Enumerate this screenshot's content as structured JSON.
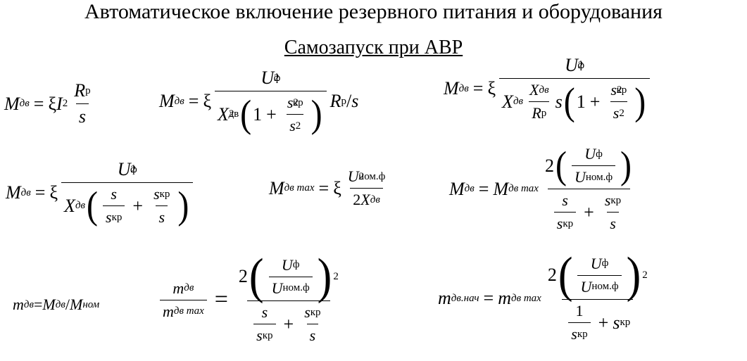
{
  "slide": {
    "title": "Автоматическое включение резервного питания и оборудования",
    "subtitle": "Самозапуск при АВР"
  },
  "symbols": {
    "M": "M",
    "m": "m",
    "U": "U",
    "X": "X",
    "R": "R",
    "s": "s",
    "I": "I",
    "xi": "ξ",
    "eq": "=",
    "plus": "+",
    "one": "1",
    "two": "2",
    "sq": "2",
    "slash": "/",
    "lp": "(",
    "rp": ")",
    "sub_dv": "дв",
    "sub_dv_max": "дв max",
    "sub_dv_nach": "дв.нач",
    "sub_f": "ф",
    "sub_nom": "ном",
    "sub_nom_f": "ном.ф",
    "sub_kr": "кр",
    "sub_r": "р"
  }
}
